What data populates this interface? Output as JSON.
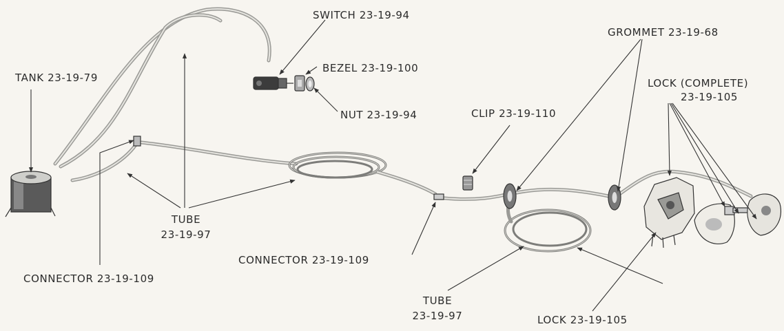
{
  "labels": {
    "tank": "TANK 23-19-79",
    "switch": "SWITCH 23-19-94",
    "bezel": "BEZEL 23-19-100",
    "nut": "NUT 23-19-94",
    "tube_left_line1": "TUBE",
    "tube_left_line2": "23-19-97",
    "connector_left": "CONNECTOR 23-19-109",
    "connector_mid": "CONNECTOR 23-19-109",
    "clip": "CLIP 23-19-110",
    "grommet": "GROMMET 23-19-68",
    "lock_complete_line1": "LOCK (COMPLETE)",
    "lock_complete_line2": "23-19-105",
    "tube_right_line1": "TUBE",
    "tube_right_line2": "23-19-97",
    "lock": "LOCK 23-19-105"
  }
}
